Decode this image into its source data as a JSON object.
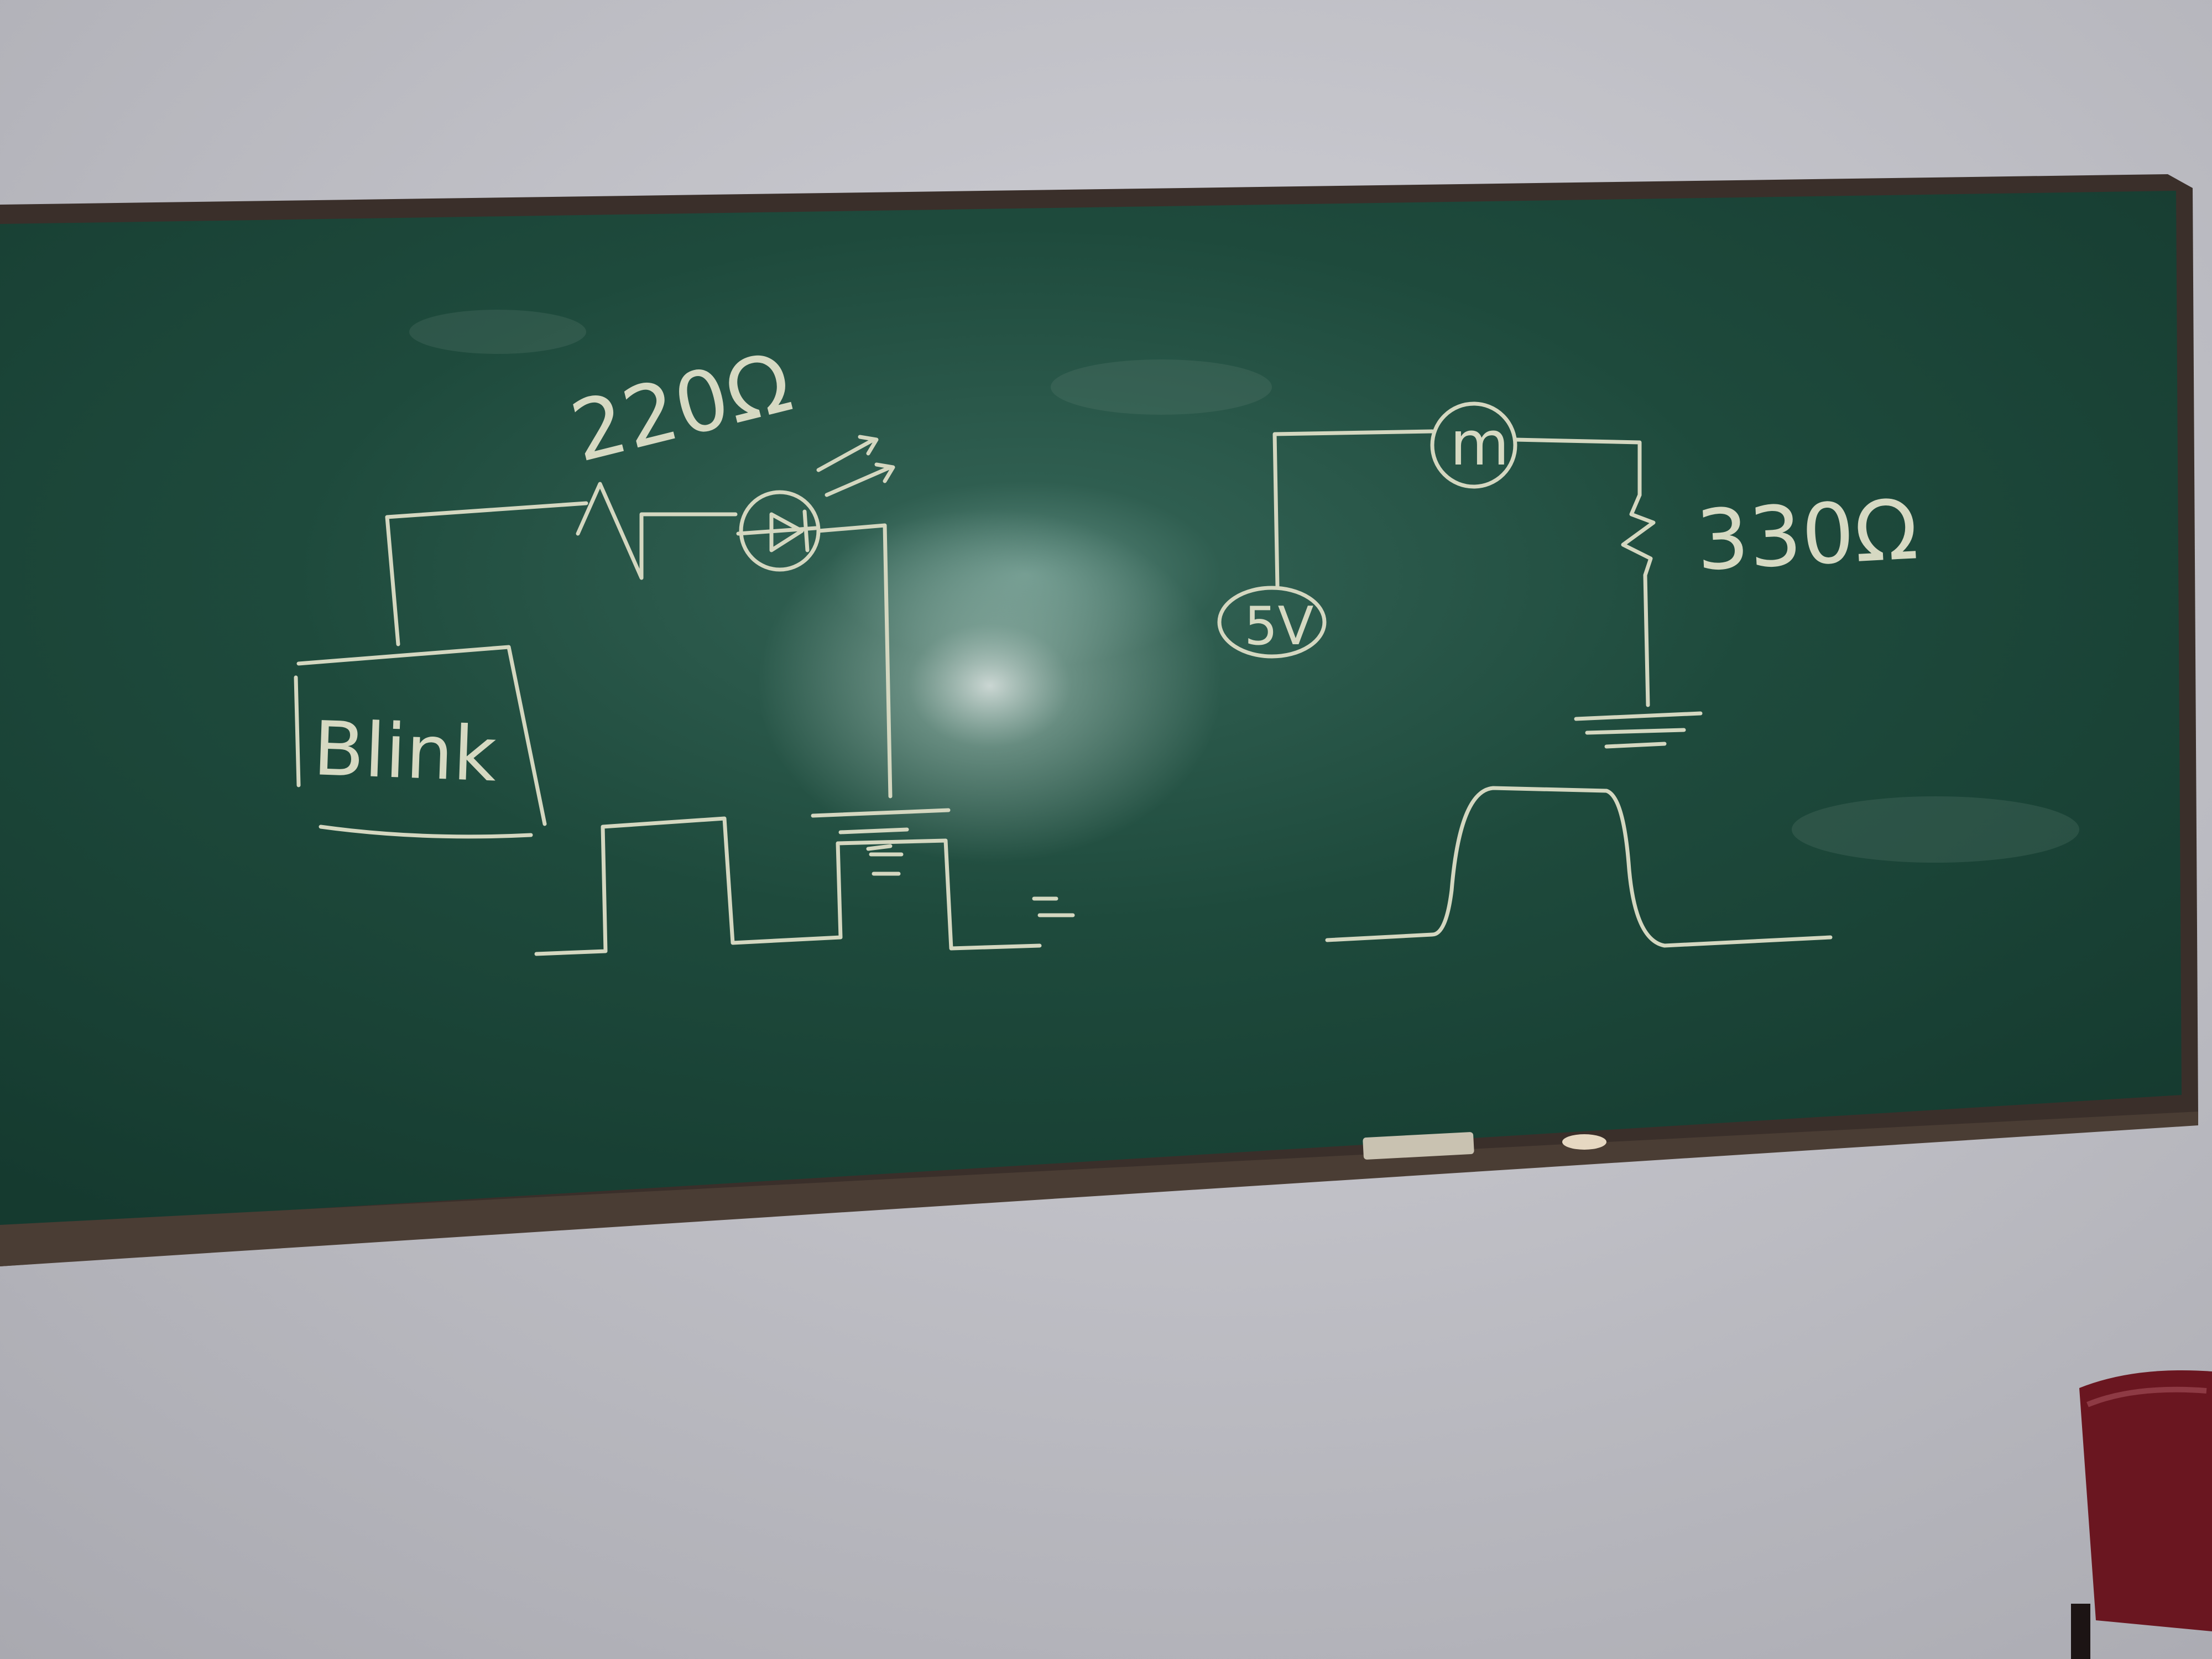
{
  "scene": {
    "wall_color": "#bdbdc3",
    "board_color": "#1e4a3c",
    "frame_color": "#3a2f2a",
    "chalk_color": "#d6d9c2",
    "chair_color": "#6a1620"
  },
  "board": {
    "labels": {
      "box_label": "Blink",
      "resistor_left": "220Ω",
      "resistor_right": "330Ω",
      "source_label": "5V",
      "meter_label": "m"
    }
  }
}
